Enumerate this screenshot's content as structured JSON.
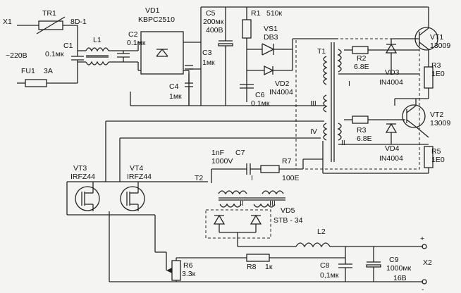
{
  "labels": {
    "x1": "X1",
    "tr1": "TR1",
    "tr1_val": "8D-1",
    "vd1": "VD1",
    "vd1_val": "KBPC2510",
    "c5": "C5",
    "c5_val": "200мк",
    "c5_v": "400В",
    "r1": "R1",
    "r1_val": "510к",
    "vs1": "VS1",
    "vs1_val": "DB3",
    "vt1": "VT1",
    "vt1_val": "13009",
    "c1": "C1",
    "c1_val": "0.1мк",
    "l1": "L1",
    "c2": "C2",
    "c2_val": "0.1мк",
    "mains": "~220В",
    "fu1": "FU1",
    "fu1_val": "3A",
    "c3": "C3",
    "c3_val": "1мк",
    "c4": "C4",
    "c4_val": "1мк",
    "t1": "T1",
    "r2": "R2",
    "r2_val": "6.8E",
    "vd2": "VD2",
    "vd2_val": "IN4004",
    "vd3": "VD3",
    "vd3_val": "IN4004",
    "r3a": "R3",
    "r3a_val": "1E0",
    "c6": "C6",
    "c6_val": "0.1мк",
    "w_III": "III",
    "w_I": "I",
    "w_IV": "IV",
    "w_II": "II",
    "r3b": "R3",
    "r3b_val": "6.8E",
    "vt2": "VT2",
    "vt2_val": "13009",
    "vd4": "VD4",
    "vd4_val": "IN4004",
    "r5": "R5",
    "r5_val": "1E0",
    "c7_val": "1nF",
    "c7_v": "1000V",
    "c7": "C7",
    "r7": "R7",
    "r7_val": "100E",
    "vt3": "VT3",
    "vt3_val": "IRFZ44",
    "vt4": "VT4",
    "vt4_val": "IRFZ44",
    "t2": "T2",
    "t2_I": "I",
    "t2_II": "II",
    "t2_III": "III",
    "vd5": "VD5",
    "vd5_val": "STB - 34",
    "l2": "L2",
    "r6": "R6",
    "r6_val": "3.3к",
    "r8": "R8",
    "r8_val": "1к",
    "c8": "C8",
    "c8_val": "0,1мк",
    "c9": "C9",
    "c9_val": "1000мк",
    "c9_v": "16В",
    "x2": "X2",
    "plus": "+",
    "minus": "-"
  }
}
